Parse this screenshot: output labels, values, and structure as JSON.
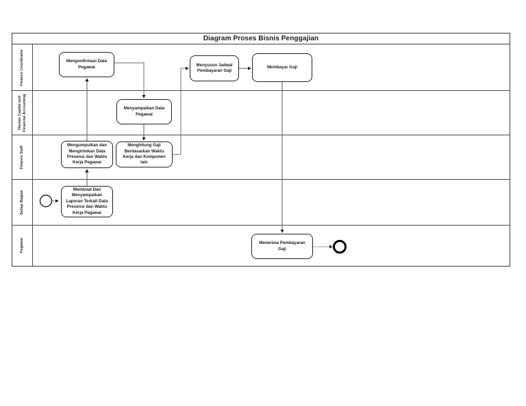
{
  "page": {
    "title": "Diagram Proses Bisnis Penggajian"
  },
  "lanes": [
    {
      "label": "Finance Coordinator"
    },
    {
      "label": "Human Capital and Financial Accounting"
    },
    {
      "label": "Finance Staff"
    },
    {
      "label": "Setiap Bagian"
    },
    {
      "label": "Pegawai"
    }
  ],
  "tasks": {
    "mengonfirmasi": "Mengonfirmasi Data Pegawai",
    "menyusun": "Menyusun Jadwal Pembayaran Gaji",
    "membayar": "Membayar Gaji",
    "menyampaikan": "Menyampaikan Data Pegawai",
    "mengumpulkan": "Mengumpulkan dan Mengirimkan Data Presensi dan Waktu Kerja Pegawai",
    "menghitung": "Menghitung Gaji Berdasarkan Waktu Kerja dan Komponen lain",
    "membuat": "Membuat Dan Menyampaikan Laporan Terkait Data Presensi dan Waktu Kerja Pegawai",
    "menerima": "Menerima Pembayaran Gaji"
  },
  "icons": {
    "start_event": "circle-outline",
    "end_event": "circle-bold"
  },
  "colors": {
    "background": "#ffffff",
    "frame_border": "#3a3a3a",
    "shape_border": "#1f1f1f",
    "connector_line": "#6e6e6e",
    "arrowhead": "#111111",
    "text": "#1a1a1a"
  }
}
